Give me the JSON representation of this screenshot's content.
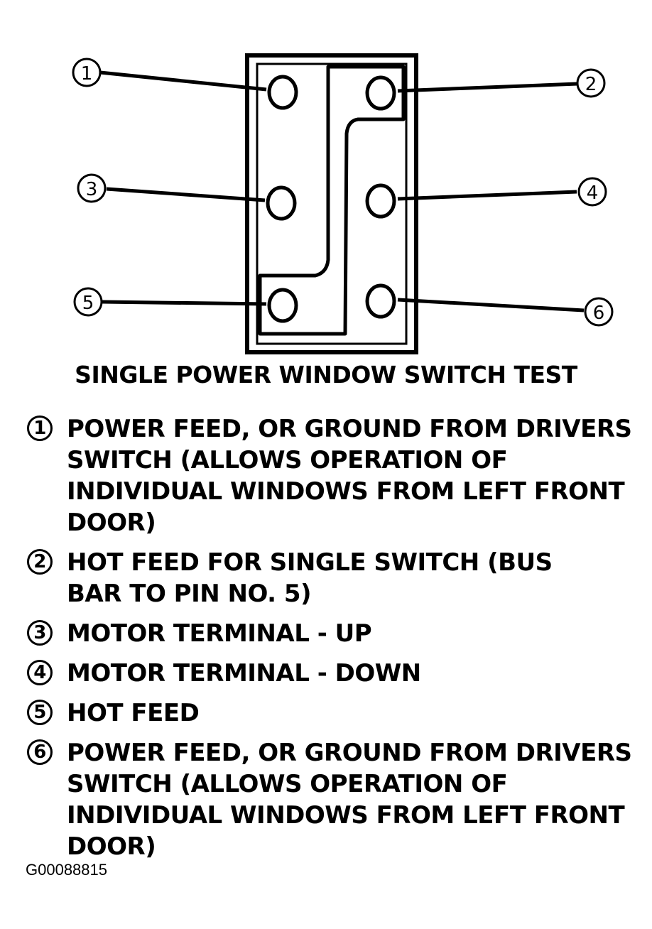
{
  "diagram": {
    "callouts": [
      {
        "id": "1",
        "label": "1"
      },
      {
        "id": "2",
        "label": "2"
      },
      {
        "id": "3",
        "label": "3"
      },
      {
        "id": "4",
        "label": "4"
      },
      {
        "id": "5",
        "label": "5"
      },
      {
        "id": "6",
        "label": "6"
      }
    ]
  },
  "title": "SINGLE POWER WINDOW SWITCH TEST",
  "legend": [
    {
      "num": "1",
      "text": "POWER FEED, OR GROUND FROM DRIVERS SWITCH (ALLOWS OPERATION OF INDIVIDUAL WINDOWS FROM LEFT FRONT DOOR)"
    },
    {
      "num": "2",
      "text": "HOT FEED FOR SINGLE SWITCH (BUS BAR TO PIN NO. 5)"
    },
    {
      "num": "3",
      "text": "MOTOR TERMINAL - UP"
    },
    {
      "num": "4",
      "text": "MOTOR TERMINAL - DOWN"
    },
    {
      "num": "5",
      "text": "HOT FEED"
    },
    {
      "num": "6",
      "text": "POWER FEED, OR GROUND FROM DRIVERS SWITCH (ALLOWS OPERATION OF INDIVIDUAL WINDOWS FROM LEFT FRONT DOOR)"
    }
  ],
  "reference_code": "G00088815"
}
